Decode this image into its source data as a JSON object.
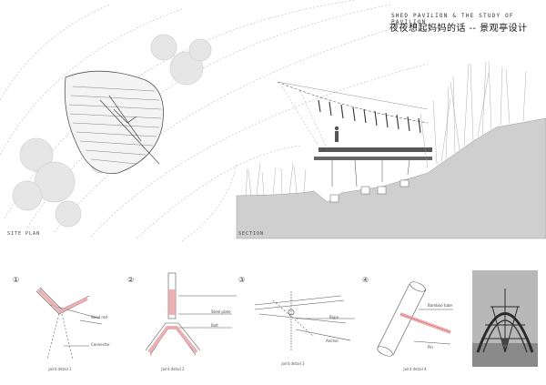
{
  "title": {
    "english": "SHED PAVILION & THE STUDY OF PAVILION",
    "chinese": "夜夜想起妈妈的话 -- 景观亭设计"
  },
  "plan_label": "SITE PLAN",
  "section_label": "SECTION",
  "details": [
    {
      "number": "①",
      "caption": "Joint detail 1",
      "annotations": [
        "Steel rod",
        "Connector"
      ]
    },
    {
      "number": "②",
      "caption": "Joint detail 2",
      "annotations": [
        "Steel plate",
        "Bolt"
      ]
    },
    {
      "number": "③",
      "caption": "Joint detail 3",
      "annotations": [
        "Rope",
        "Anchor"
      ]
    },
    {
      "number": "④",
      "caption": "Joint detail 4",
      "annotations": [
        "Bamboo tube",
        "Pin"
      ]
    }
  ],
  "colors": {
    "accent": "#e7a3a7",
    "ink": "#222222",
    "terrain": "#cfcfcf"
  }
}
